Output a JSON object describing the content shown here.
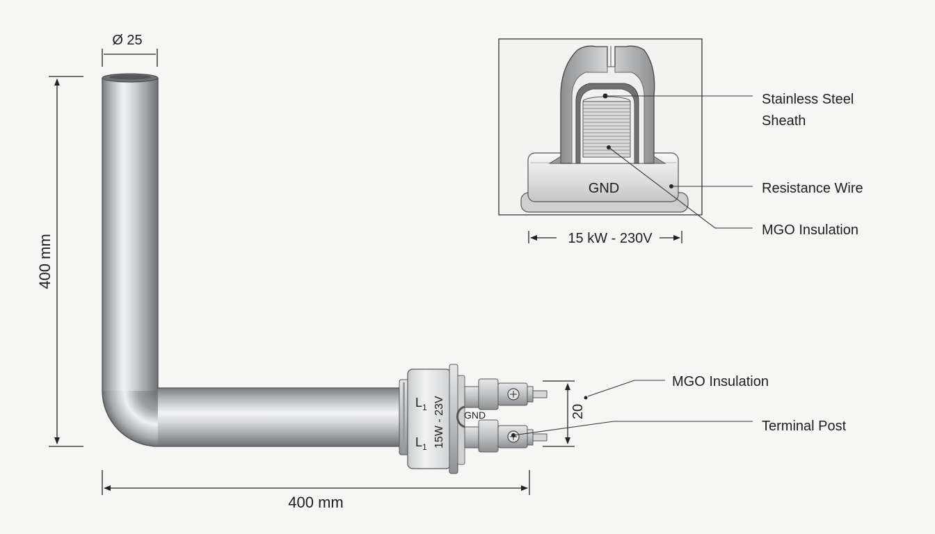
{
  "dimensions": {
    "diameter": "Ø 25",
    "height": "400 mm",
    "length": "400 mm",
    "terminal_spacing": "20"
  },
  "flange": {
    "label_top": "L",
    "label_top_sub": "1",
    "label_bottom": "L",
    "label_bottom_sub": "1",
    "rating": "15W - 23V",
    "ground": "GND"
  },
  "detail": {
    "ground": "GND",
    "rating": "15 kW - 230V"
  },
  "callouts": {
    "sheath_line1": "Stainless Steel",
    "sheath_line2": "Sheath",
    "resistance_wire": "Resistance Wire",
    "mgo_insulation_detail": "MGO Insulation",
    "mgo_insulation_main": "MGO Insulation",
    "terminal_post": "Terminal Post"
  }
}
